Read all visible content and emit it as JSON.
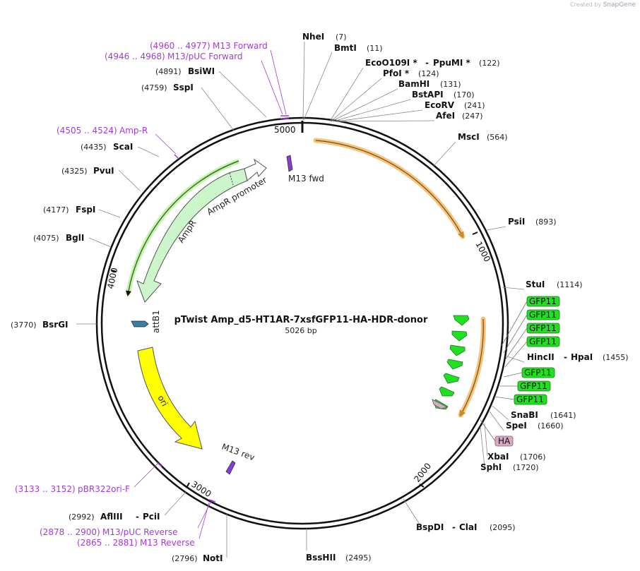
{
  "credit": {
    "prefix": "Created by",
    "brand": "SnapGene"
  },
  "plasmid": {
    "name": "pTwist Amp_d5-HT1AR-7xsfGFP11-HA-HDR-donor",
    "size": "5026 bp",
    "length": 5026
  },
  "enzymes": [
    {
      "name": "NheI",
      "pos": "(7)"
    },
    {
      "name": "BmtI",
      "pos": "(11)"
    },
    {
      "name": "EcoO109I *",
      "name2": "PpuMI *",
      "pos": "(122)"
    },
    {
      "name": "PfoI *",
      "pos": "(124)"
    },
    {
      "name": "BamHI",
      "pos": "(131)"
    },
    {
      "name": "BstAPI",
      "pos": "(170)"
    },
    {
      "name": "EcoRV",
      "pos": "(241)"
    },
    {
      "name": "AfeI",
      "pos": "(247)"
    },
    {
      "name": "MscI",
      "pos": "(564)"
    },
    {
      "name": "PsiI",
      "pos": "(893)"
    },
    {
      "name": "StuI",
      "pos": "(1114)"
    },
    {
      "name": "HincII",
      "name2": "HpaI",
      "pos": "(1455)"
    },
    {
      "name": "SnaBI",
      "pos": "(1641)"
    },
    {
      "name": "SpeI",
      "pos": "(1660)"
    },
    {
      "name": "XbaI",
      "pos": "(1706)"
    },
    {
      "name": "SphI",
      "pos": "(1720)"
    },
    {
      "name": "BspDI",
      "name2": "ClaI",
      "pos": "(2095)"
    },
    {
      "name": "BssHII",
      "pos": "(2495)"
    },
    {
      "name": "NotI",
      "pos": "(2796)"
    },
    {
      "name": "AflIII",
      "name2": "PciI",
      "pos": "(2992)"
    },
    {
      "name": "BsrGI",
      "pos": "(3770)"
    },
    {
      "name": "BglI",
      "pos": "(4075)"
    },
    {
      "name": "FspI",
      "pos": "(4177)"
    },
    {
      "name": "PvuI",
      "pos": "(4325)"
    },
    {
      "name": "ScaI",
      "pos": "(4435)"
    },
    {
      "name": "SspI",
      "pos": "(4759)"
    },
    {
      "name": "BsiWI",
      "pos": "(4891)"
    }
  ],
  "primers": [
    {
      "range": "(4960 .. 4977)",
      "name": "M13 Forward"
    },
    {
      "range": "(4946 .. 4968)",
      "name": "M13/pUC Forward"
    },
    {
      "range": "(4505 .. 4524)",
      "name": "Amp-R"
    },
    {
      "range": "(3133 .. 3152)",
      "name": "pBR322ori-F"
    },
    {
      "range": "(2878 .. 2900)",
      "name": "M13/pUC Reverse"
    },
    {
      "range": "(2865 .. 2881)",
      "name": "M13 Reverse"
    }
  ],
  "features": {
    "ampr": "AmpR",
    "ampr_promoter": "AmpR promoter",
    "m13fwd": "M13 fwd",
    "m13rev": "M13 rev",
    "attb1": "attB1",
    "ori": "ori"
  },
  "tick_labels": [
    "5000",
    "1000",
    "2000",
    "3000",
    "4000"
  ],
  "gfp11_tags": [
    "GFP11",
    "GFP11",
    "GFP11",
    "GFP11",
    "GFP11",
    "GFP11",
    "GFP11"
  ],
  "ha_tag": "HA",
  "colors": {
    "backbone": "#111111",
    "primer": "#a43ad6",
    "gfp": "#1fe21f",
    "ampr": "#ccf5cc",
    "ori": "#ffff00",
    "orf": "#f5c27a",
    "ha": "#d9a9c4",
    "attb1": "#3a7f9f"
  }
}
